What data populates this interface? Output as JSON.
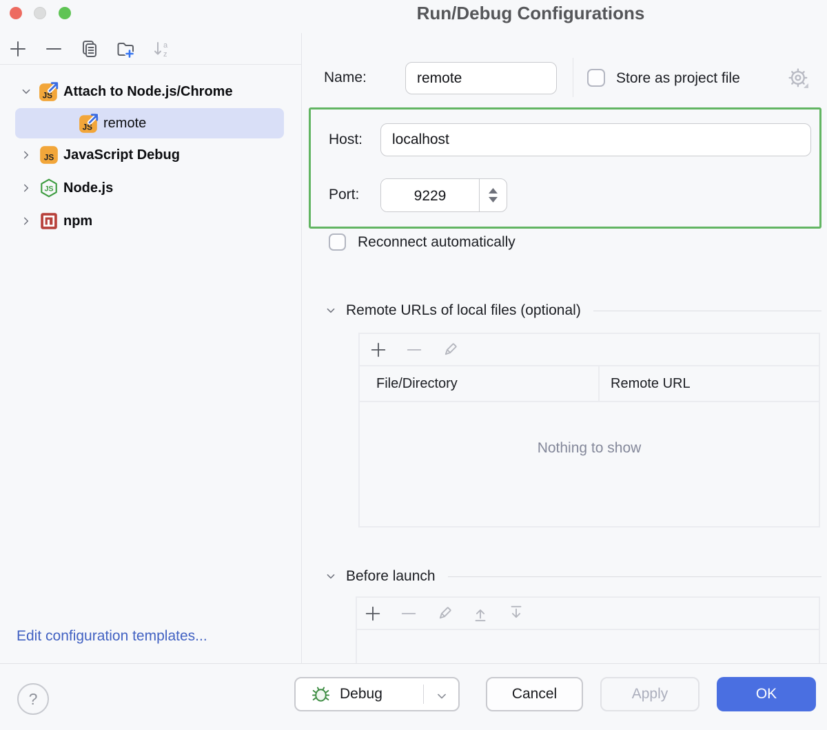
{
  "window": {
    "title": "Run/Debug Configurations"
  },
  "sidebar": {
    "toolbar": {
      "add": "add-configuration",
      "remove": "remove-configuration",
      "copy": "copy-configuration",
      "new_folder": "new-folder",
      "sort": "sort-configurations"
    },
    "tree": {
      "items": [
        {
          "label": "Attach to Node.js/Chrome",
          "expanded": true
        },
        {
          "label": "remote",
          "selected": true
        },
        {
          "label": "JavaScript Debug",
          "expanded": false
        },
        {
          "label": "Node.js",
          "expanded": false
        },
        {
          "label": "npm",
          "expanded": false
        }
      ]
    },
    "edit_templates_link": "Edit configuration templates..."
  },
  "form": {
    "name": {
      "label": "Name:",
      "value": "remote"
    },
    "store_as_project_file": {
      "label": "Store as project file",
      "checked": false
    },
    "connection": {
      "host_label": "Host:",
      "host_value": "localhost",
      "port_label": "Port:",
      "port_value": "9229"
    },
    "reconnect": {
      "label": "Reconnect automatically",
      "checked": false
    },
    "remote_urls": {
      "title": "Remote URLs of local files (optional)",
      "columns": [
        "File/Directory",
        "Remote URL"
      ],
      "empty_text": "Nothing to show"
    },
    "before_launch": {
      "title": "Before launch"
    }
  },
  "footer": {
    "help": "?",
    "debug": "Debug",
    "cancel": "Cancel",
    "apply": "Apply",
    "ok": "OK"
  },
  "icons": {
    "add-icon": "+",
    "remove-icon": "−",
    "copy-icon": "⧉",
    "new-folder-icon": "📁+",
    "sort-icon": "↓az",
    "edit-icon": "✎",
    "move-up-icon": "⤒",
    "move-down-icon": "⤓",
    "settings-icon": "⚙",
    "bug-icon": "🐞",
    "help-icon": "?",
    "chevron-down-icon": "⌄",
    "chevron-right-icon": "›",
    "spinner-up-icon": "▲",
    "spinner-down-icon": "▼",
    "js-attach-icon": "JS↗",
    "js-icon": "JS",
    "nodejs-icon": "⬡JS",
    "npm-icon": "n"
  },
  "colors": {
    "background": "#f7f8fa",
    "accent_green": "#62b562",
    "selection": "#d9dff7",
    "link_blue": "#4161c2",
    "primary_blue": "#4a6fe1",
    "js_orange": "#f2a63a",
    "node_green": "#3f9d42",
    "npm_red": "#b8423c",
    "debug_bug_green": "#3c8c41"
  }
}
